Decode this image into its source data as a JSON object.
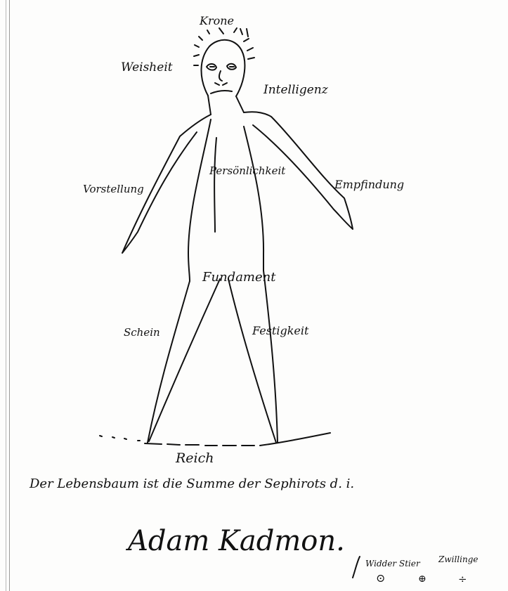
{
  "figure": {
    "labels": {
      "krone": "Krone",
      "weisheit": "Weisheit",
      "intelligenz": "Intelligenz",
      "vorstellung": "Vorstellung",
      "persoenlichkeit": "Persönlichkeit",
      "empfindung": "Empfindung",
      "fundament": "Fundament",
      "schein": "Schein",
      "festigkeit": "Festigkeit",
      "reich": "Reich"
    },
    "caption": "Der Lebensbaum ist die Summe der Sephirots d. i.",
    "name": "Adam Kadmon.",
    "note": {
      "left": "Widder Stier",
      "right": "Zwillinge",
      "symbols": [
        "⊙",
        "⊕",
        "÷"
      ]
    }
  },
  "colors": {
    "ink": "#111111",
    "paper": "#fdfdfc",
    "rule": "#a0a0a0"
  }
}
